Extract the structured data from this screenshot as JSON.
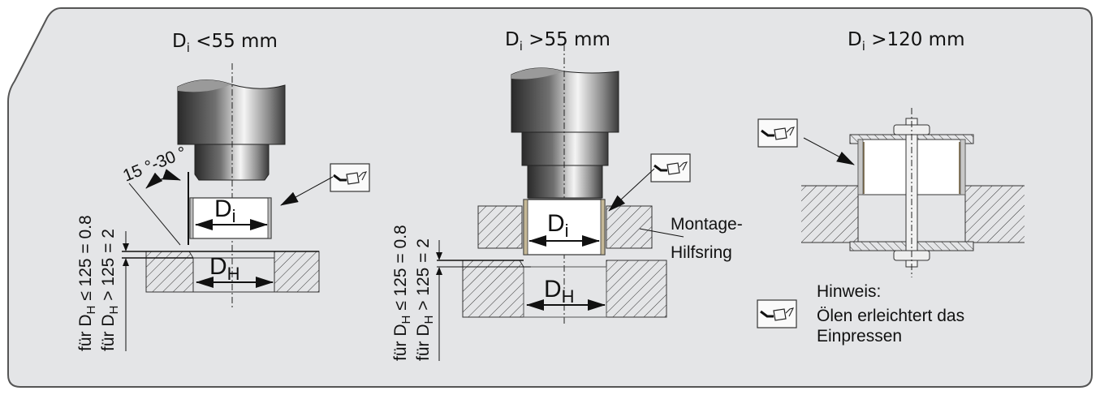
{
  "panels": [
    {
      "title_main": "D",
      "title_sub": "i",
      "title_rest": " <55 mm"
    },
    {
      "title_main": "D",
      "title_sub": "i",
      "title_rest": " >55 mm"
    },
    {
      "title_main": "D",
      "title_sub": "i",
      "title_rest": " >120 mm"
    }
  ],
  "angle_label": "15 °-30 °",
  "dims": {
    "di_main": "D",
    "di_sub": "i",
    "dh_main": "D",
    "dh_sub": "H"
  },
  "chamfer_rule": {
    "line1_pre": "für D",
    "line1_sub": "H",
    "line1_post": " ≤ 125 = 0.8",
    "line2_pre": "für D",
    "line2_sub": "H",
    "line2_post": " > 125 = 2"
  },
  "helper_ring": {
    "line1": "Montage-",
    "line2": "Hilfsring"
  },
  "note": {
    "heading": "Hinweis:",
    "line1": "Ölen erleichtert das",
    "line2": "Einpressen",
    "icon": "oil-can-icon"
  },
  "colors": {
    "panel_bg": "#e4e5e7",
    "panel_border": "#555555",
    "bushing_edge": "#6b5a3a"
  }
}
